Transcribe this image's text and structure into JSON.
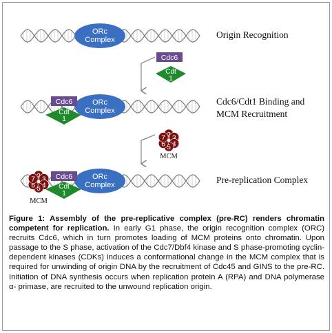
{
  "colors": {
    "orc_fill": "#3a6fc2",
    "cdc6_fill": "#6a4c8e",
    "cdt1_fill": "#1e8a2c",
    "mcm_fill": "#7b1212",
    "dna_stroke": "#7a7a7a",
    "arrow": "#8a8a8a"
  },
  "diagram": {
    "orc_line1": "ORc",
    "orc_line2": "Complex",
    "cdc6": "Cdc6",
    "cdt1_line1": "Cdt",
    "cdt1_line2": "1",
    "mcm_label": "MCM",
    "mcm_numbers": [
      "2",
      "3",
      "4",
      "5",
      "6",
      "7"
    ],
    "stage1": "Origin Recognition",
    "stage2_line1": "Cdc6/Cdt1 Binding and",
    "stage2_line2": "MCM Recruitment",
    "stage3": "Pre-replication Complex"
  },
  "caption": {
    "title": "Figure 1: Assembly of the pre-replicative complex (pre-RC) renders chromatin competent for replication.",
    "body": " In early G1 phase, the origin recognition complex (ORC) recruits Cdc6, which in turn promotes loading of MCM proteins onto chromatin. Upon passage to the S phase, activation of the Cdc7/Dbf4 kinase and S phase-promoting cyclin-dependent kinases (CDKs) induces a conformational change in the MCM complex that is required for unwinding of origin DNA by the recruitment of Cdc45 and GINS to the pre-RC. Initiation of DNA synthesis occurs when replication protein A (RPA) and DNA polymerase α- primase, are recruited to the unwound replication origin."
  }
}
